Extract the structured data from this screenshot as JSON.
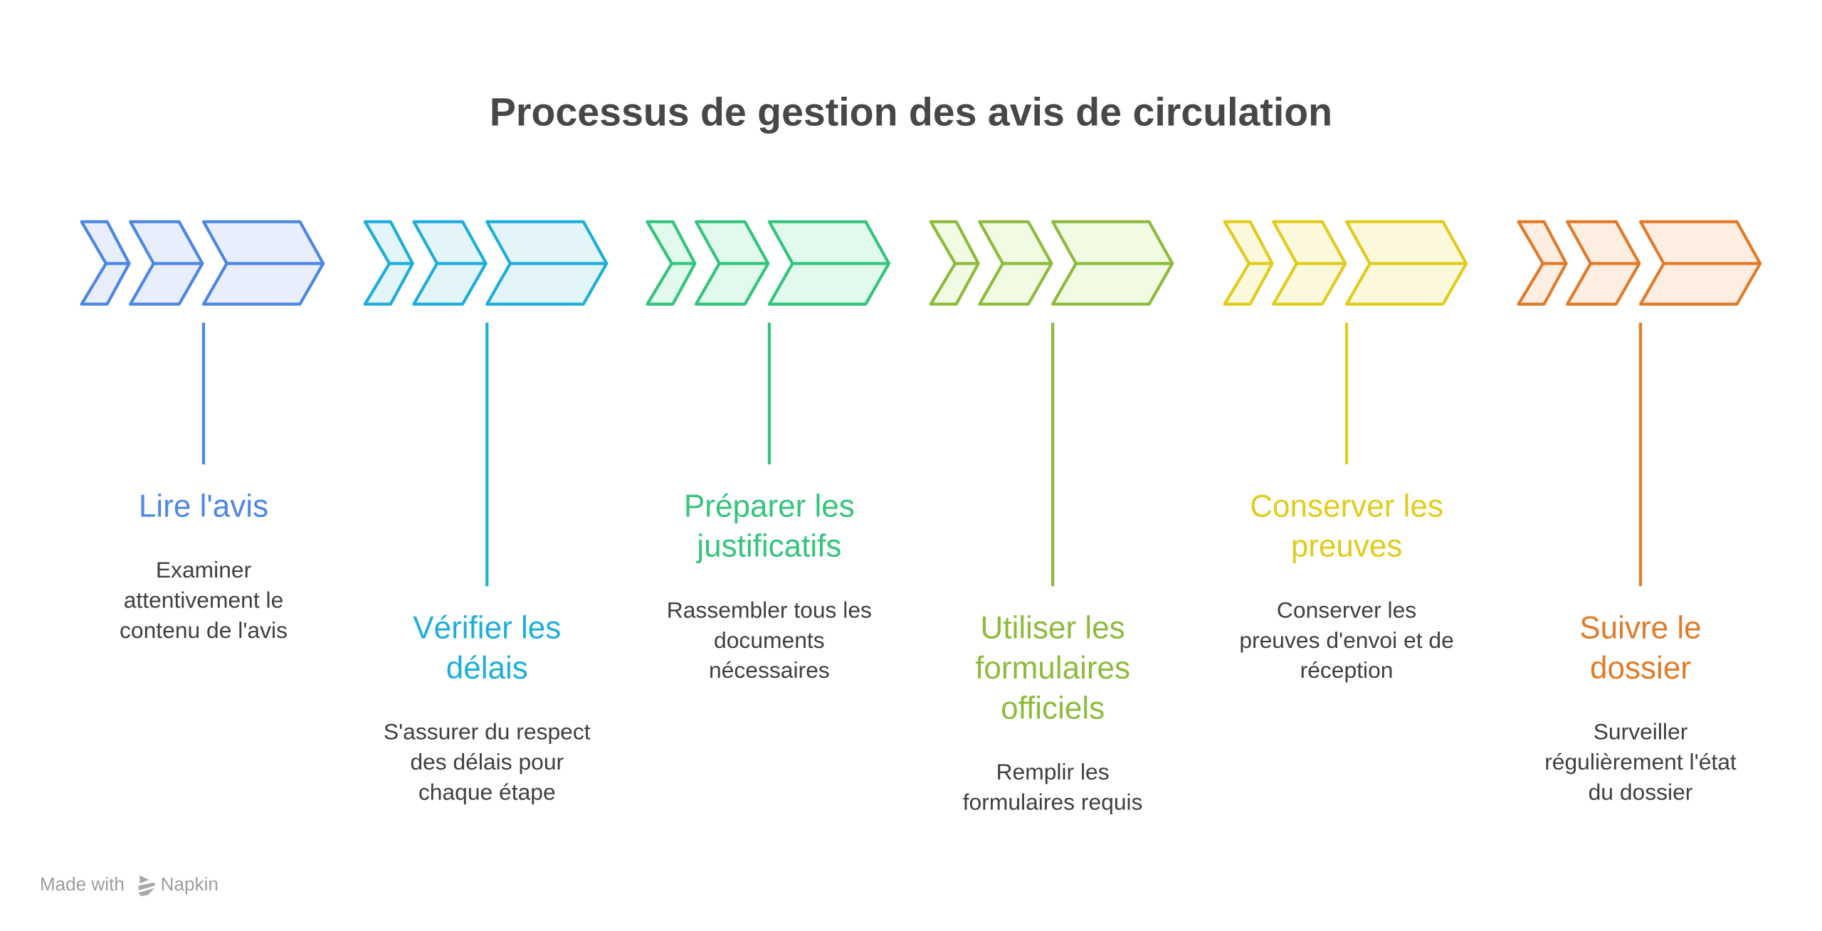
{
  "title": "Processus de gestion des avis de circulation",
  "steps": [
    {
      "title_lines": [
        "Lire l'avis"
      ],
      "desc_lines": [
        "Examiner",
        "attentivement le",
        "contenu de l'avis"
      ],
      "color": "#4e86e4",
      "fill": "#e8eefb",
      "position": "upper"
    },
    {
      "title_lines": [
        "Vérifier les",
        "délais"
      ],
      "desc_lines": [
        "S'assurer du respect",
        "des délais pour",
        "chaque étape"
      ],
      "color": "#1eaedb",
      "fill": "#e3f5f8",
      "position": "lower"
    },
    {
      "title_lines": [
        "Préparer les",
        "justificatifs"
      ],
      "desc_lines": [
        "Rassembler tous les",
        "documents",
        "nécessaires"
      ],
      "color": "#34c47c",
      "fill": "#e2f9ee",
      "position": "upper"
    },
    {
      "title_lines": [
        "Utiliser les",
        "formulaires",
        "officiels"
      ],
      "desc_lines": [
        "Remplir les",
        "formulaires requis"
      ],
      "color": "#8dbb3c",
      "fill": "#f1fae2",
      "position": "lower"
    },
    {
      "title_lines": [
        "Conserver les",
        "preuves"
      ],
      "desc_lines": [
        "Conserver les",
        "preuves d'envoi et de",
        "réception"
      ],
      "color": "#e0cc1e",
      "fill": "#fcf8dc",
      "position": "upper"
    },
    {
      "title_lines": [
        "Suivre le",
        "dossier"
      ],
      "desc_lines": [
        "Surveiller",
        "régulièrement l'état",
        "du dossier"
      ],
      "color": "#e07b2a",
      "fill": "#fdeee2",
      "position": "lower"
    }
  ],
  "footer": {
    "made_with": "Made with",
    "brand": "Napkin"
  }
}
